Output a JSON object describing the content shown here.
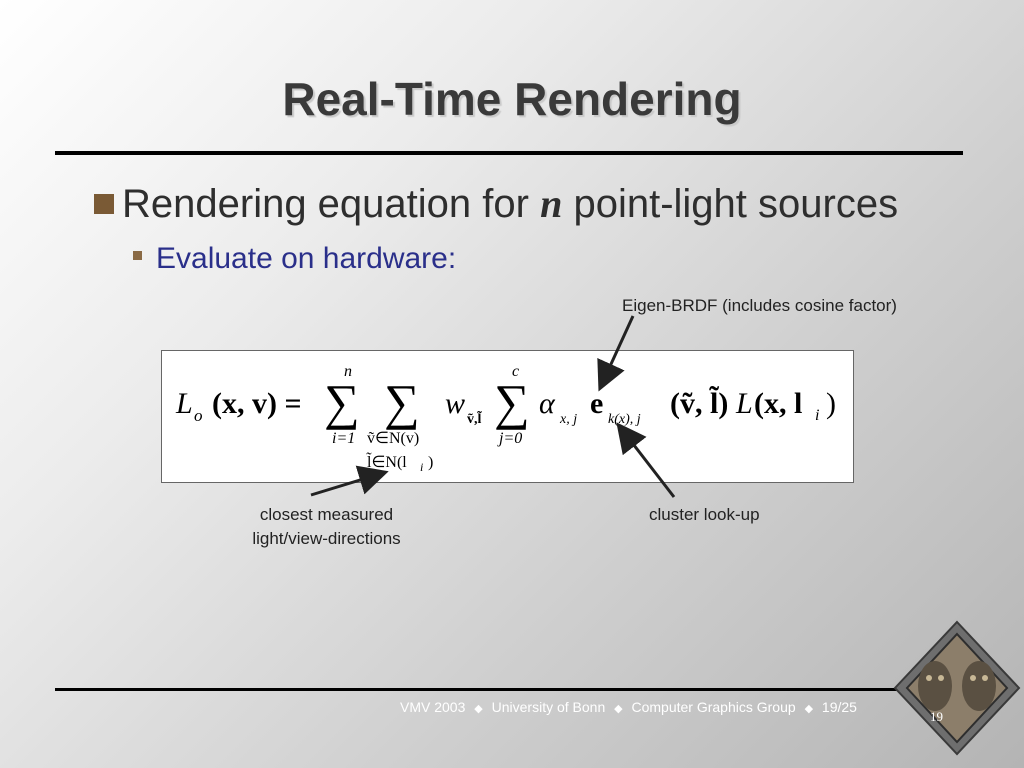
{
  "slide": {
    "title": "Real-Time Rendering",
    "bullet1_text_a": "Rendering equation for",
    "bullet1_var": "n",
    "bullet1_text_b": "point-light sources",
    "bullet2_text": "Evaluate on hardware:",
    "annotations": {
      "eigen_brdf": "Eigen-BRDF (includes cosine factor)",
      "closest_line1": "closest measured",
      "closest_line2": "light/view-directions",
      "cluster": "cluster look-up"
    },
    "formula": {
      "L": "L",
      "o": "o",
      "lhs_args": "(x, v) =",
      "sum1_top": "n",
      "sum1_bottom": "i=1",
      "sum2_bottom_line1": "ṽ∈N(v)",
      "sum2_bottom_line2": "l̃∈N(l",
      "sum2_bottom_i": "i",
      "w": "w",
      "w_sub": "ṽ,l̃",
      "sum3_top": "c",
      "sum3_bottom": "j=0",
      "alpha": "α",
      "alpha_sub": "x, j",
      "e": "e",
      "e_sub": "k(x), j",
      "args1": "(ṽ, l̃)",
      "L2": "L",
      "args2": "(x, l",
      "args2_i": "i",
      "args2_close": ")"
    },
    "footer": {
      "conf": "VMV 2003",
      "sep": "◆",
      "university": "University of Bonn",
      "group": "Computer Graphics Group",
      "page": "19/25"
    },
    "logo": {
      "page_number": "19",
      "icon": "graphics-group-logo"
    },
    "colors": {
      "title": "#3a3a3a",
      "bullet_square": "#7a5a35",
      "subbullet_text": "#2a2f8a",
      "footer_text": "#ffffff"
    }
  }
}
